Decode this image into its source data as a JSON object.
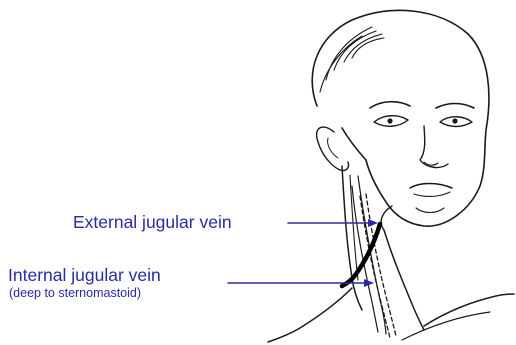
{
  "colors": {
    "label": "#2a2aa8",
    "arrow": "#2a2aa8",
    "drawing": "#1a1a1a",
    "vein": "#000000",
    "background": "#ffffff"
  },
  "labels": {
    "external": "External jugular vein",
    "internal": "Internal jugular vein",
    "internal_note": "(deep to sternomastoid)"
  }
}
